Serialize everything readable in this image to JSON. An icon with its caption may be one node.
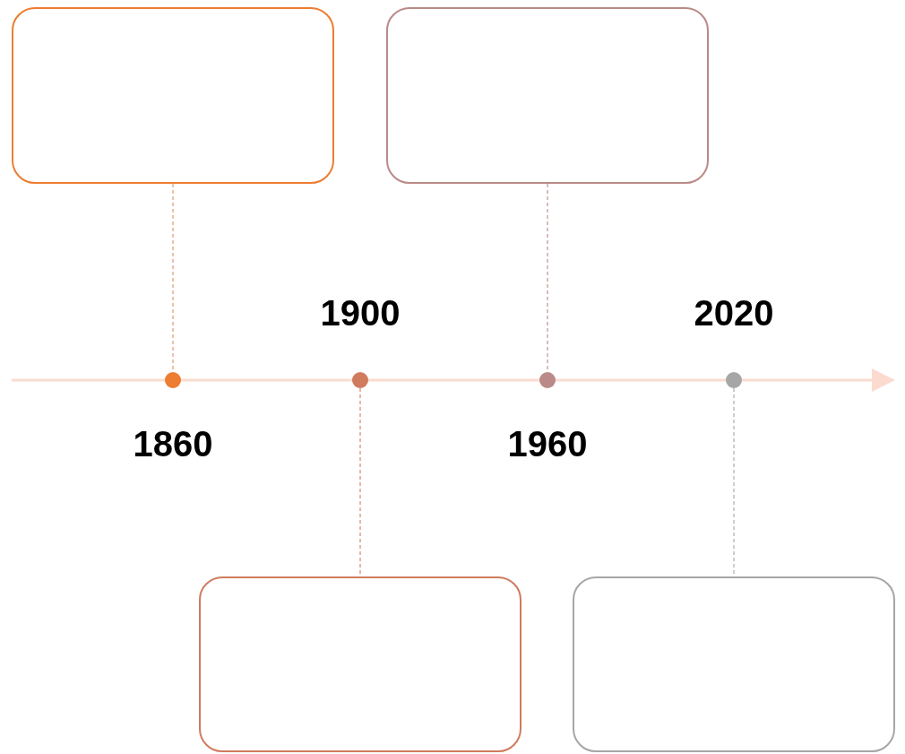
{
  "diagram": {
    "nodes": [
      {
        "text": [],
        "shape": "box"
      },
      {
        "text": [],
        "shape": "box"
      },
      {
        "text": [],
        "shape": "circle",
        "beside": [
          "1860"
        ]
      },
      {
        "text": [],
        "shape": "circle",
        "beside": [
          "1900"
        ]
      },
      {
        "text": [],
        "shape": "circle",
        "beside": [
          "1960"
        ]
      },
      {
        "text": [],
        "shape": "circle",
        "beside": [
          "2020"
        ]
      },
      {
        "text": [],
        "shape": "box"
      },
      {
        "text": [],
        "shape": "box"
      }
    ],
    "edges": [
      {
        "from": 0,
        "to": 2,
        "arrow": "none",
        "style": "dashed",
        "color": "#e3a07c"
      },
      {
        "from": 1,
        "to": 4,
        "arrow": "none",
        "style": "dashed",
        "color": "#c49a96"
      },
      {
        "from": 3,
        "to": 6,
        "arrow": "none",
        "style": "dashed",
        "color": "#d9917a"
      },
      {
        "from": 5,
        "to": 7,
        "arrow": "none",
        "style": "dashed",
        "color": "#b3b3b3"
      }
    ]
  }
}
